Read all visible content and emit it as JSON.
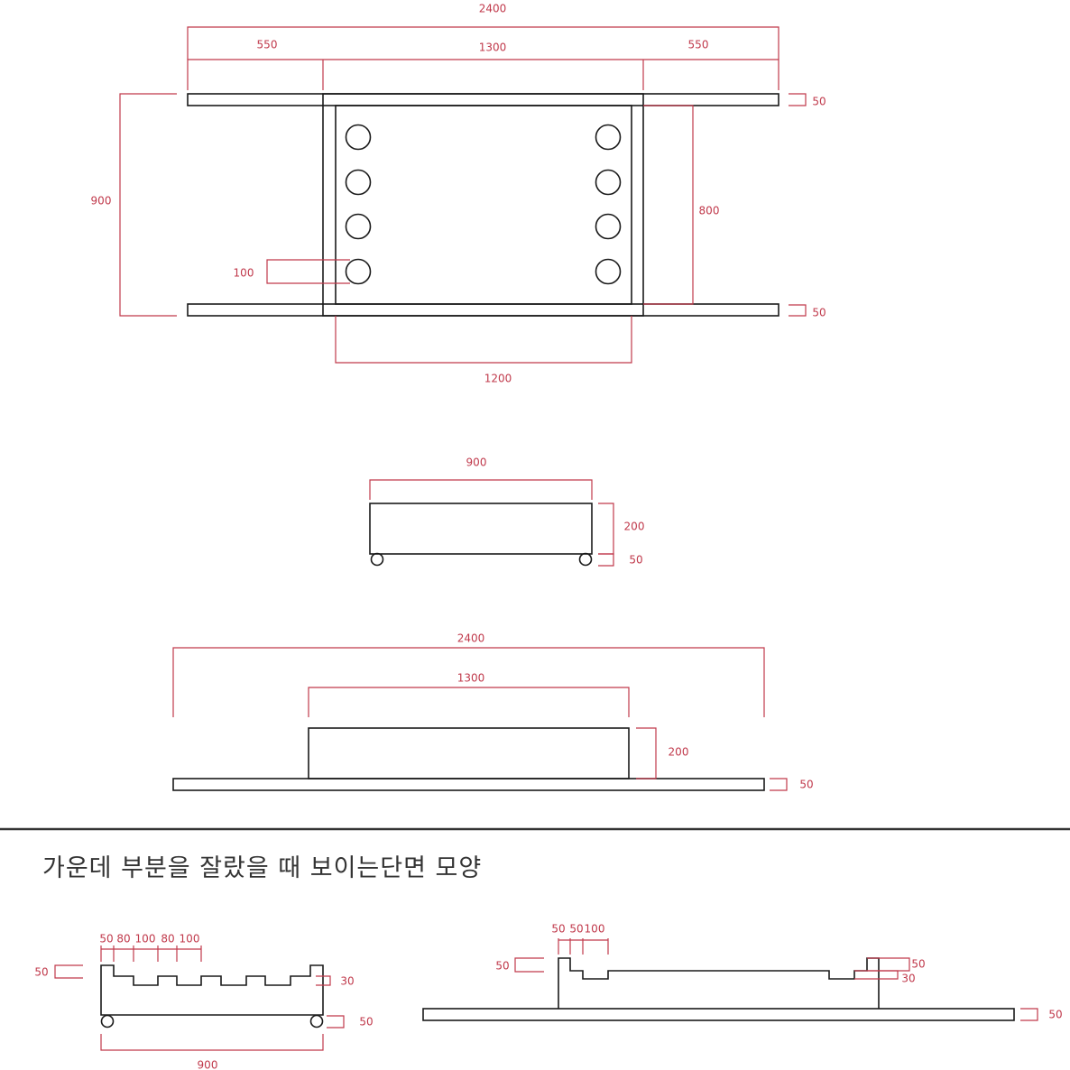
{
  "top_view": {
    "overall_width": "2400",
    "left_wing": "550",
    "center_width": "1300",
    "right_wing": "550",
    "depth": "900",
    "inner_depth": "800",
    "inner_width": "1200",
    "hole_diameter": "100",
    "top_rail_thickness": "50",
    "bottom_rail_thickness": "50"
  },
  "side_view": {
    "width": "900",
    "body_height": "200",
    "caster_height": "50"
  },
  "front_view": {
    "overall_width": "2400",
    "body_width": "1300",
    "body_height": "200",
    "base_thickness": "50"
  },
  "section": {
    "caption": "가운데 부분을 잘랐을 때 보이는단면 모양",
    "left": {
      "step_labels": [
        "50",
        "80",
        "100",
        "80",
        "100"
      ],
      "wall_height": "50",
      "groove_depth": "30",
      "caster_height": "50",
      "width": "900"
    },
    "right": {
      "step_labels": [
        "50",
        "50",
        "100"
      ],
      "wall_height": "50",
      "step_right_top": "50",
      "step_right_bottom": "30",
      "base_thickness": "50"
    }
  },
  "colors": {
    "object_line": "#1a1a1a",
    "dimension_line": "#c0394b"
  }
}
